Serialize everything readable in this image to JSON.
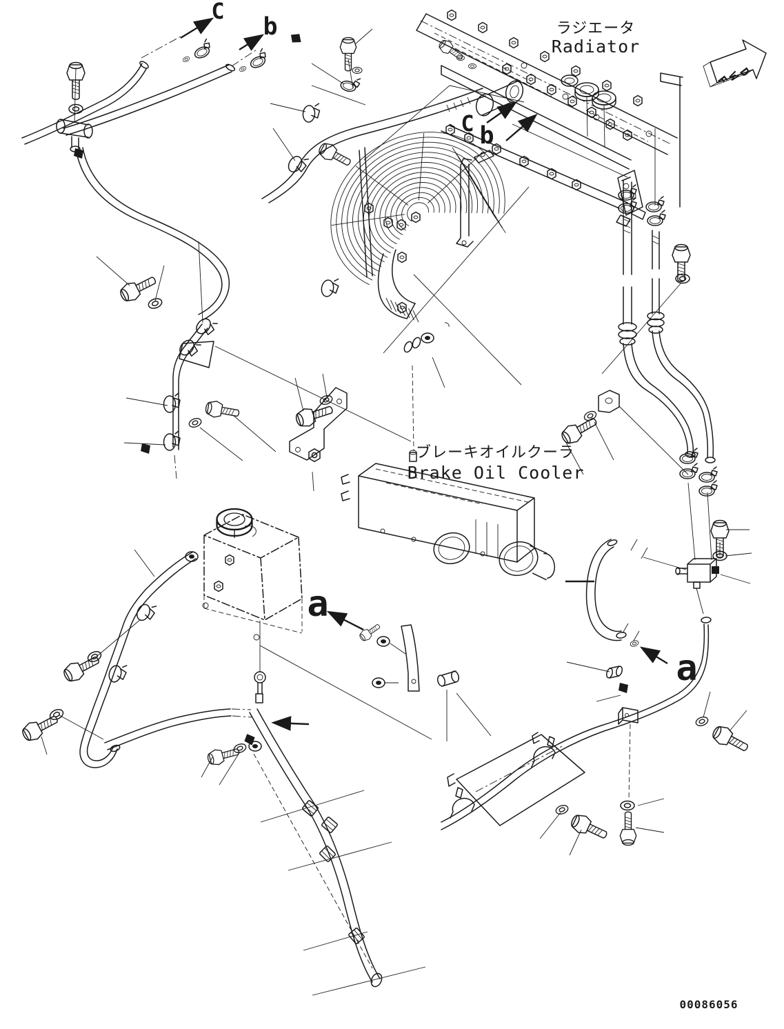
{
  "page": {
    "background": "#ffffff",
    "ink": "#1a1a1a"
  },
  "figure": {
    "drawing_number": "00086056"
  },
  "labels": {
    "radiator": {
      "jp": "ラジエータ",
      "en": "Radiator"
    },
    "brake_oil_cooler": {
      "jp": "ブレーキオイルクーラ",
      "en": "Brake Oil Cooler"
    },
    "fwd": "FWD"
  },
  "view_markers": {
    "c_top": "C",
    "b_top": "b",
    "c_mid": "C",
    "b_mid": "b",
    "a_left": "a",
    "a_right": "a"
  }
}
